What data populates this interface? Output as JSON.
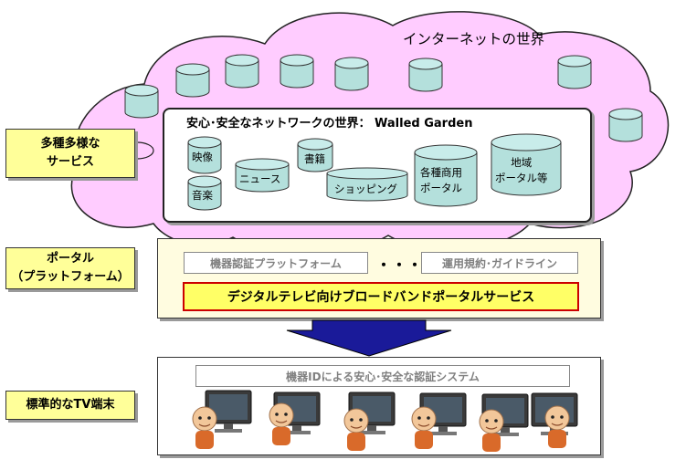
{
  "internet_label": "インターネットの世界",
  "walled_garden": {
    "title": "安心･安全なネットワークの世界： Walled Garden",
    "services": [
      {
        "label_lines": [
          "映像"
        ]
      },
      {
        "label_lines": [
          "音楽"
        ]
      },
      {
        "label_lines": [
          "ニュース"
        ]
      },
      {
        "label_lines": [
          "書籍"
        ]
      },
      {
        "label_lines": [
          "ショッピング"
        ]
      },
      {
        "label_lines": [
          "各種商用",
          "ポータル"
        ]
      },
      {
        "label_lines": [
          "地域",
          "ポータル等"
        ]
      }
    ]
  },
  "side_labels": {
    "services": [
      "多種多様な",
      "サービス"
    ],
    "portal": [
      "ポータル",
      "（プラットフォーム）"
    ],
    "tv": [
      "標準的なTV端末"
    ]
  },
  "portal": {
    "platform_box": "機器認証プラットフォーム",
    "ellipsis": "・・・",
    "rules_box": "運用規約･ガイドライン",
    "main_service": "デジタルテレビ向けブロードバンドポータルサービス"
  },
  "devices": {
    "auth_system": "機器IDによる安心･安全な認証システム",
    "tv_count": 6
  },
  "colors": {
    "cloud_fill": "#ffccff",
    "cylinder_fill": "#b4e0dc",
    "label_fill": "#ffff99",
    "arrow_fill": "#1a1a99",
    "highlight_border": "#cc0000"
  }
}
